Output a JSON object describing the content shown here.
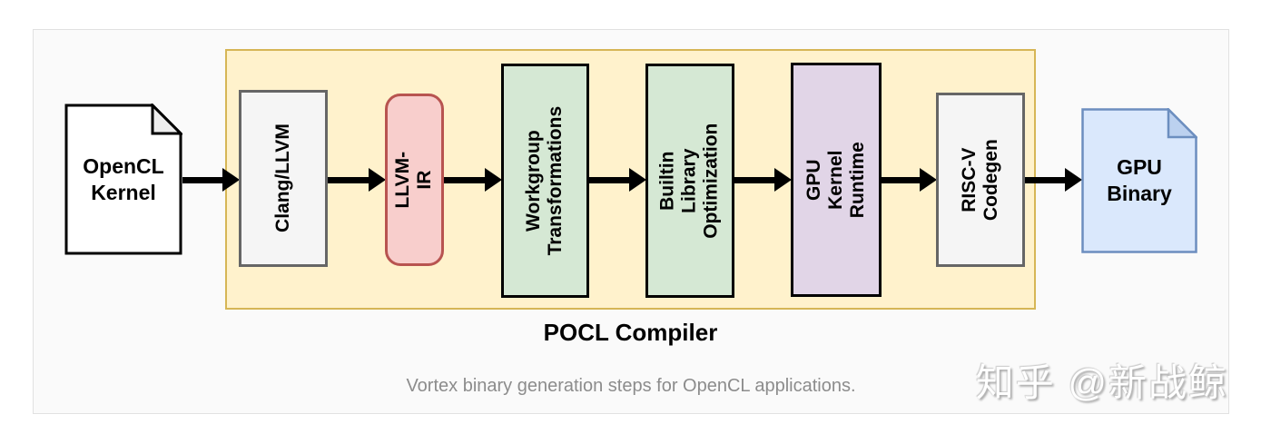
{
  "caption": "Vortex binary generation steps for OpenCL applications.",
  "watermark": "知乎 @新战鲸",
  "diagram": {
    "input_node": {
      "label": "OpenCL\nKernel"
    },
    "output_node": {
      "label": "GPU\nBinary"
    },
    "container": {
      "label": "POCL Compiler"
    },
    "stages": [
      {
        "label": "Clang/LLVM"
      },
      {
        "label": "LLVM-IR"
      },
      {
        "label": "Workgroup\nTransformations"
      },
      {
        "label": "Builtin Library\nOptimization"
      },
      {
        "label": "GPU Kernel\nRuntime"
      },
      {
        "label": "RISC-V\nCodegen"
      }
    ]
  },
  "colors": {
    "container_fill": "#fff2cc",
    "container_border": "#d6b656",
    "gray_fill": "#f5f5f5",
    "gray_border": "#666666",
    "pink_fill": "#f8cecc",
    "pink_border": "#b85450",
    "green_fill": "#d5e8d4",
    "green_border": "#000000",
    "purple_fill": "#e1d5e7",
    "purple_border": "#000000",
    "doc_input_fill": "#ffffff",
    "doc_input_border": "#000000",
    "doc_input_fold": "#ededed",
    "doc_output_fill": "#dae8fc",
    "doc_output_border": "#6c8ebf",
    "doc_output_fold": "#bcd1ef",
    "arrow": "#000000"
  }
}
